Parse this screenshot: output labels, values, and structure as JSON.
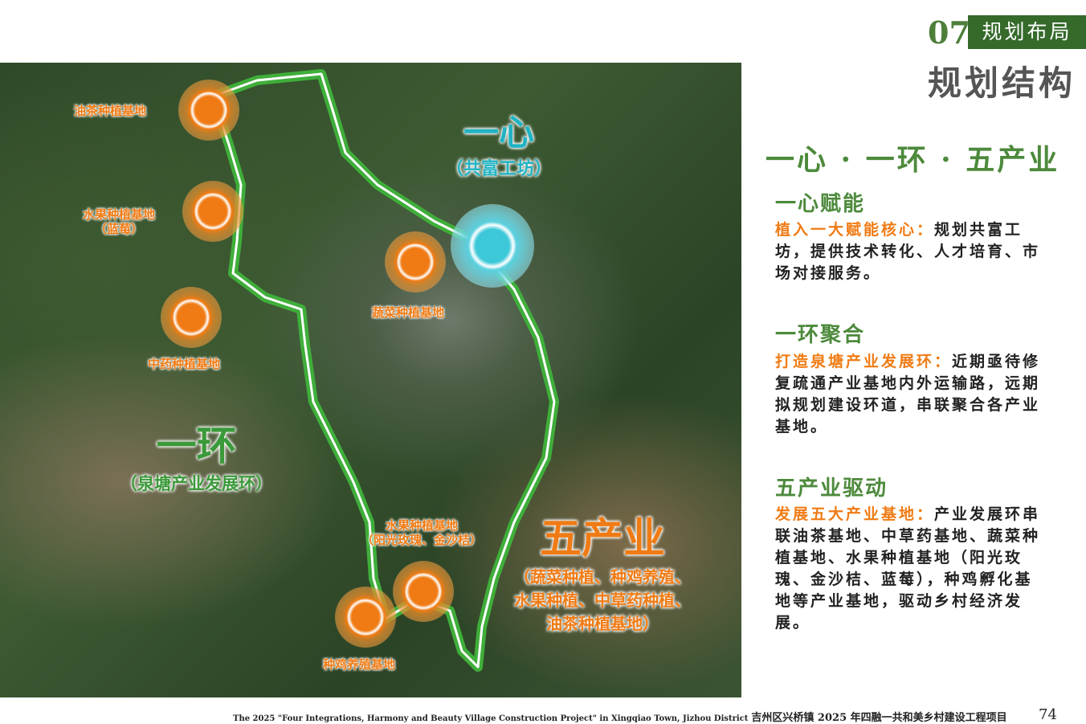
{
  "header": {
    "number": "07",
    "section_tag": "规划布局",
    "title": "规划结构"
  },
  "slogan": "一心 · 一环 · 五产业",
  "sections": [
    {
      "heading": "一心赋能",
      "highlight": "植入一大赋能核心：",
      "body": "规划共富工坊，提供技术转化、人才培育、市场对接服务。"
    },
    {
      "heading": "一环聚合",
      "highlight": "打造泉塘产业发展环：",
      "body": "近期亟待修复疏通产业基地内外运输路，远期拟规划建设环道，串联聚合各产业基地。"
    },
    {
      "heading": "五产业驱动",
      "highlight": "发展五大产业基地：",
      "body": "产业发展环串联油茶基地、中草药基地、蔬菜种植基地、水果种植基地（阳光玫瑰、金沙桔、蓝莓），种鸡孵化基地等产业基地，驱动乡村经济发展。"
    }
  ],
  "map": {
    "center": {
      "title": "一心",
      "subtitle": "（共富工坊）"
    },
    "ring": {
      "title": "一环",
      "subtitle": "（泉塘产业发展环）"
    },
    "industries": {
      "title": "五产业",
      "line1": "（蔬菜种植、种鸡养殖、",
      "line2": "水果种植、中草药种植、",
      "line3": "油茶种植基地）"
    },
    "sites": [
      {
        "label": "油茶种植基地"
      },
      {
        "label": "水果种植基地",
        "sub": "（蓝莓）"
      },
      {
        "label": "中药种植基地"
      },
      {
        "label": "蔬菜种植基地"
      },
      {
        "label": "水果种植基地",
        "sub": "（阳光玫瑰、金沙桔）"
      },
      {
        "label": "种鸡养殖基地"
      }
    ],
    "colors": {
      "ring": "#3fae3a",
      "site": "#f07b14",
      "center": "#3cc8d8"
    }
  },
  "footer": {
    "en": "The 2025 \"Four Integrations, Harmony and Beauty Village Construction Project\" in Xingqiao Town, Jizhou District",
    "cn": "吉州区兴桥镇 2025 年四融一共和美乡村建设工程项目",
    "page": "74"
  }
}
